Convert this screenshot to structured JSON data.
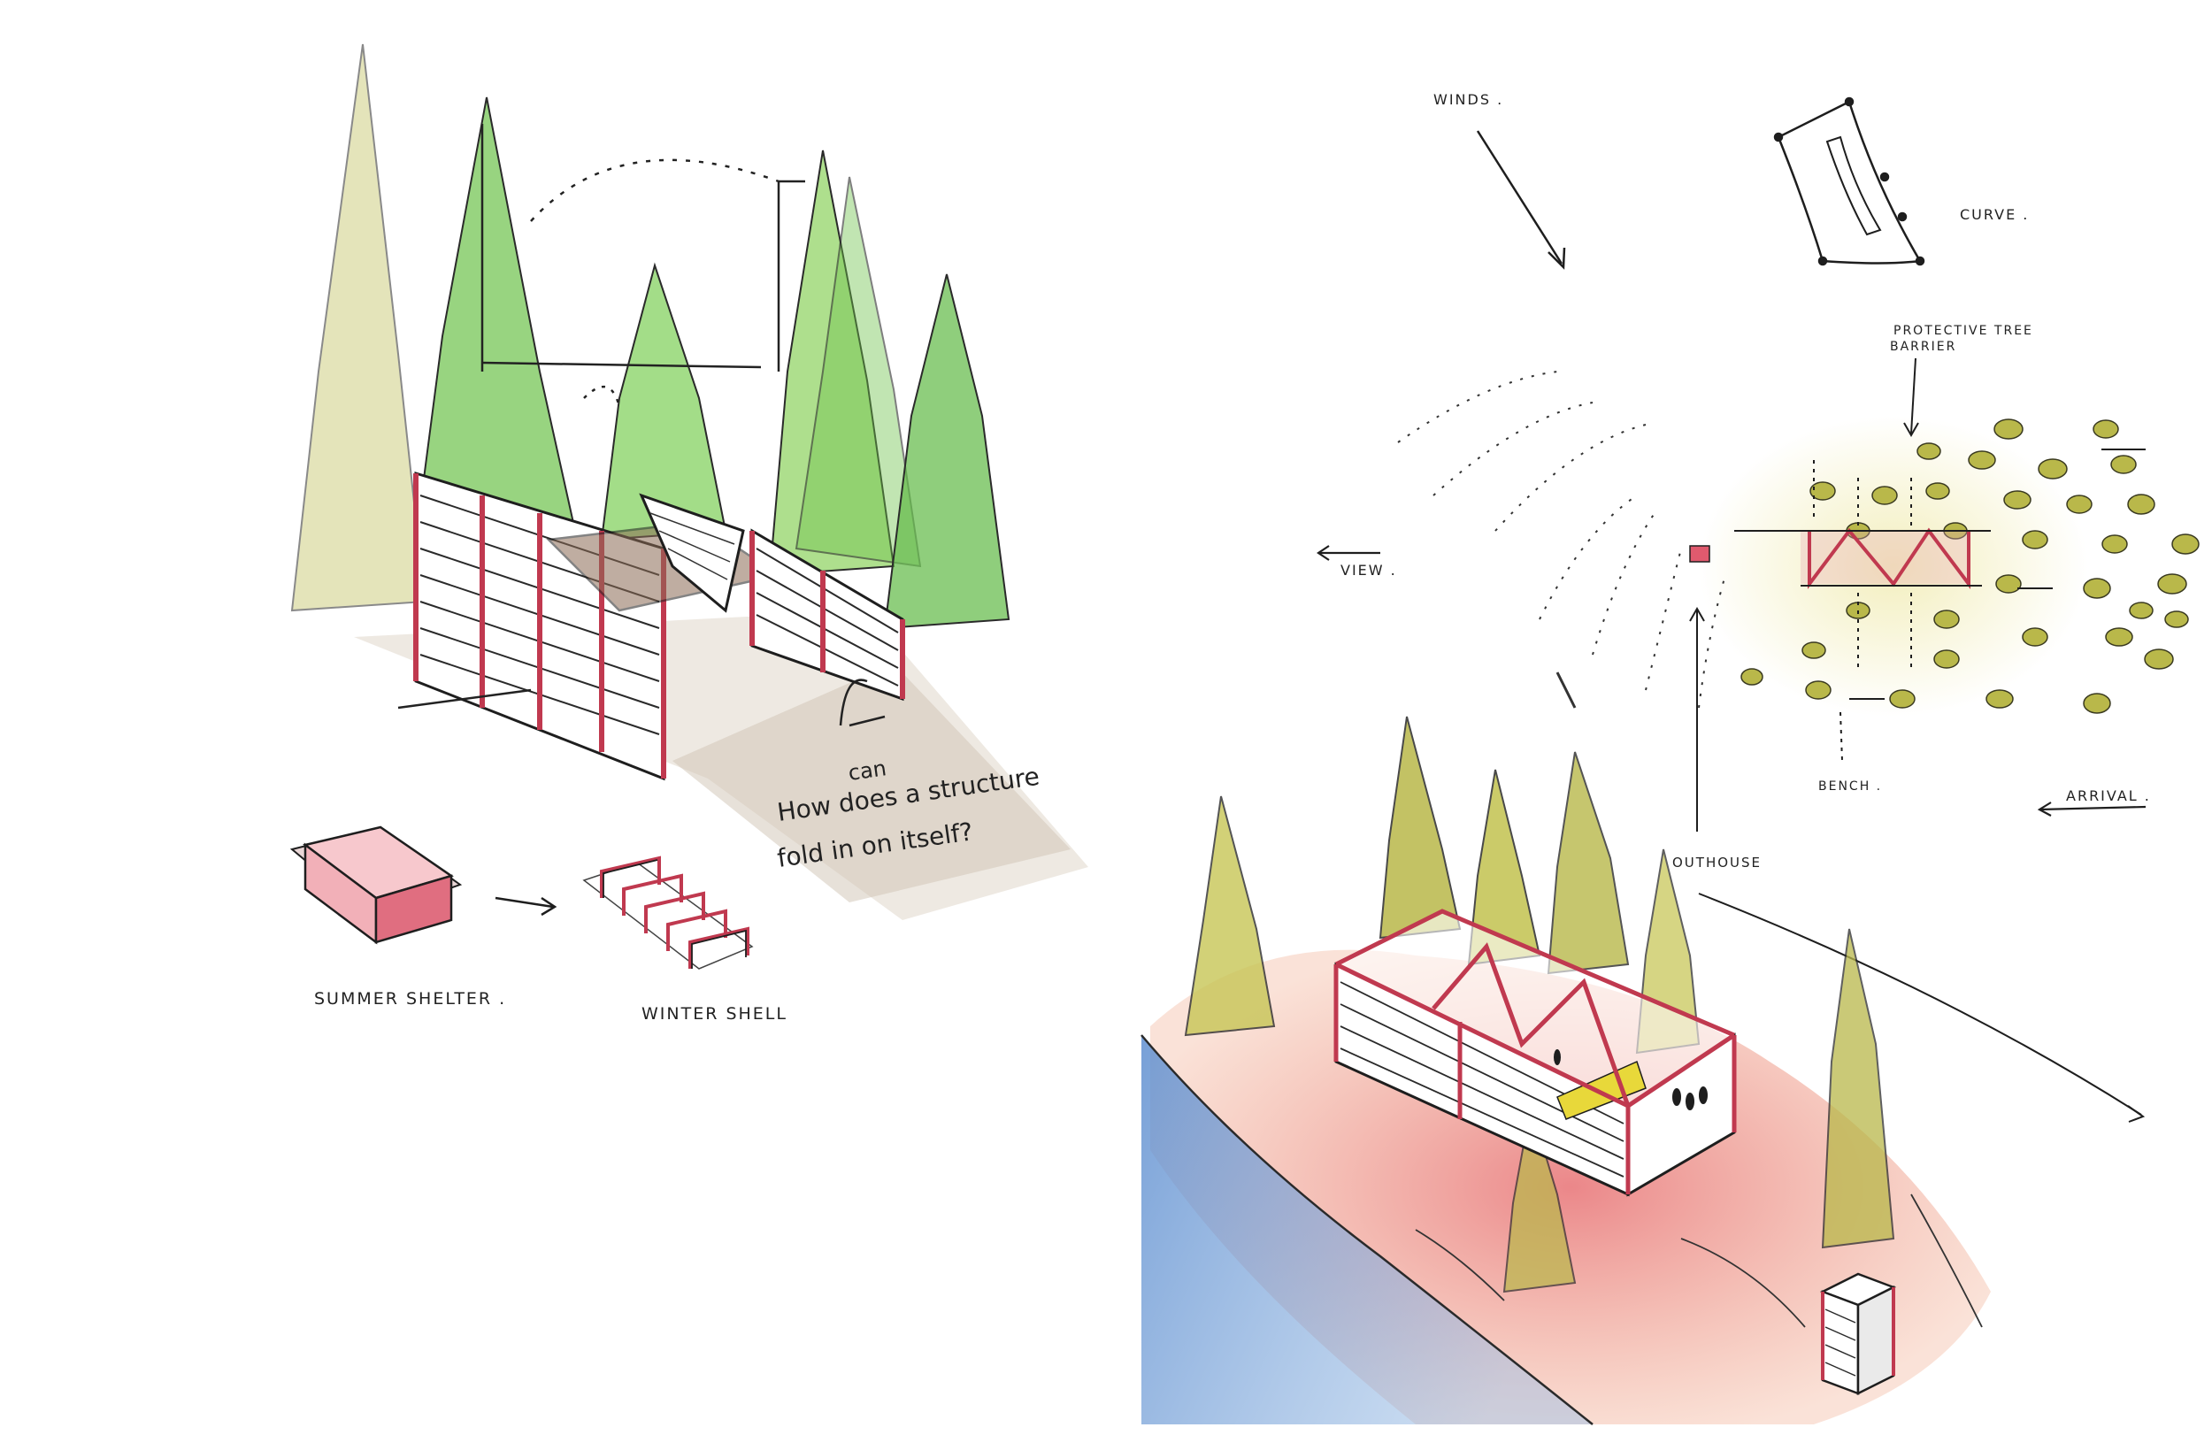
{
  "labels": {
    "question_can": "can",
    "question_line1": "How does a structure",
    "question_line2": "fold in on itself?",
    "summer_shelter": "SUMMER SHELTER .",
    "winter_shell": "WINTER SHELL",
    "winds": "WINDS .",
    "curve": "CURVE .",
    "protective_line1": "PROTECTIVE TREE",
    "protective_line2": "BARRIER",
    "view": "VIEW .",
    "bench": "BENCH .",
    "arrival": "ARRIVAL .",
    "outhouse": "OUTHOUSE"
  },
  "colors": {
    "tree_green": "#6cc24a",
    "tree_olive": "#b9b84a",
    "frame_red": "#c0394f",
    "ground_red": "#e2574c",
    "ground_orange": "#e9a36a",
    "water_blue": "#6f9fd6",
    "ink": "#1e1e1e",
    "accent_yellow": "#e8d83a"
  }
}
